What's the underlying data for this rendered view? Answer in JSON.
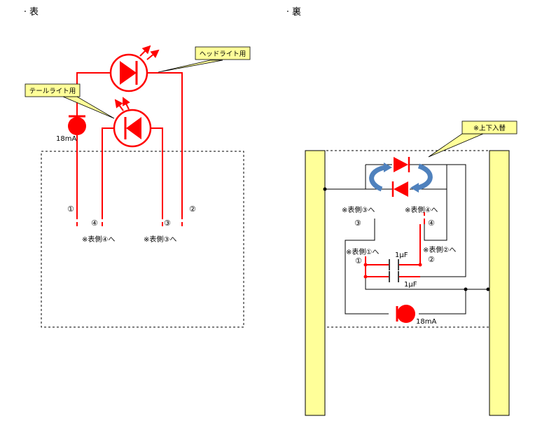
{
  "front": {
    "header": "表",
    "callout_head": "ヘッドライト用",
    "callout_tail": "テールライト用",
    "current": "18mA",
    "pin1": "①",
    "pin2": "②",
    "pin3": "③",
    "pin4": "④",
    "note_to4": "※表側④へ",
    "note_to3": "※表側③へ"
  },
  "back": {
    "header": "裏",
    "callout_swap": "※上下入替",
    "note_to3": "※表側③へ",
    "note_to4": "※表側④へ",
    "note_to1": "※表側①へ",
    "note_to2": "※表側②へ",
    "pin1": "①",
    "pin2": "②",
    "pin3": "③",
    "pin4": "④",
    "cap_top": "1μF",
    "cap_bottom": "1μF",
    "current": "18mA"
  },
  "colors": {
    "wire_red": "#ff0000",
    "led_red": "#ff0000",
    "callout_fill": "#ffff99",
    "strip_fill": "#ffff99",
    "swap_arrow": "#4f81bd",
    "wire_black": "#000000"
  }
}
